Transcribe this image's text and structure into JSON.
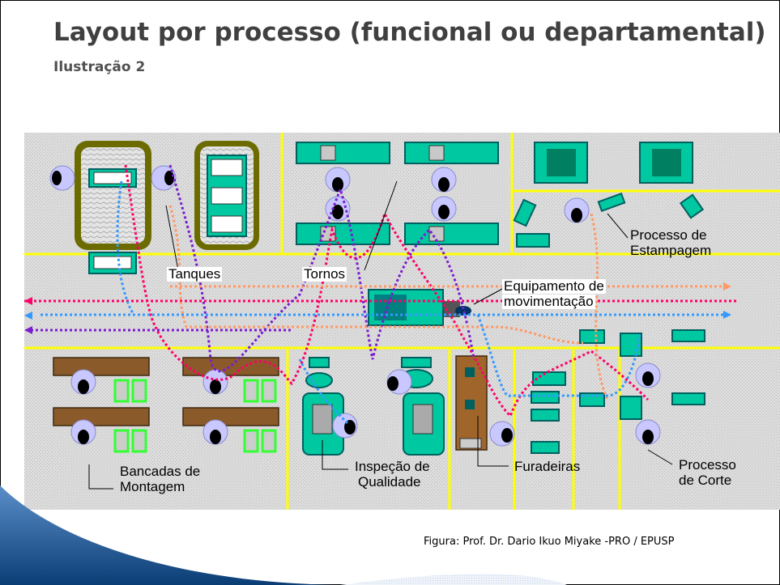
{
  "slide": {
    "title": "Layout por processo (funcional ou departamental)",
    "subtitle": "Ilustração 2",
    "caption": "Figura: Prof. Dr. Dario Ikuo Miyake -PRO / EPUSP"
  },
  "diagram": {
    "labels": {
      "tanques": "Tanques",
      "tornos": "Tornos",
      "estampagem_1": "Processo de",
      "estampagem_2": "Estampagem",
      "equipamento_1": "Equipamento de",
      "equipamento_2": "movimentação",
      "bancadas_1": "Bancadas de",
      "bancadas_2": "Montagem",
      "inspecao_1": "Inspeção de",
      "inspecao_2": "Qualidade",
      "furadeiras": "Furadeiras",
      "corte_1": "Processo",
      "corte_2": "de Corte"
    },
    "colors": {
      "floor": "#d9d9d9",
      "aisle_line": "#ffff00",
      "machine": "#00c8a0",
      "machine_dark": "#006060",
      "tank_frame": "#6b6b00",
      "tank_fill": "#e6e6e6",
      "worker": "#c8c8ff",
      "route_red": "#ff0066",
      "route_purple": "#7a1ccf",
      "route_orange": "#ff9966",
      "route_blue": "#3399ff",
      "bench": "#8b5a2b",
      "bin_green": "#33ff33"
    }
  }
}
